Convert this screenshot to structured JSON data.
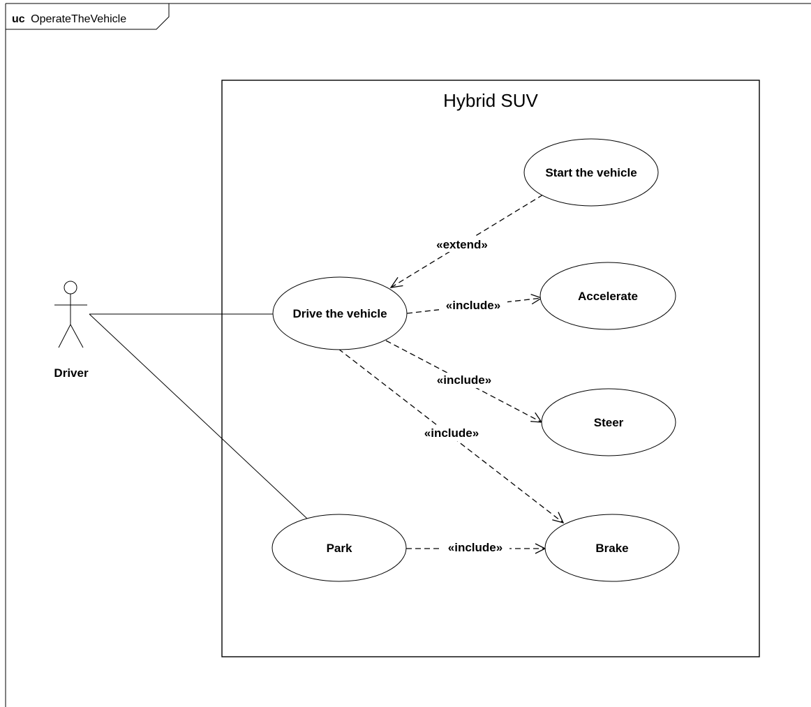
{
  "frame": {
    "keyword": "uc",
    "name": "OperateTheVehicle"
  },
  "subject": {
    "name": "Hybrid SUV"
  },
  "actor": {
    "name": "Driver"
  },
  "use_cases": {
    "start": "Start the vehicle",
    "drive": "Drive the vehicle",
    "accelerate": "Accelerate",
    "steer": "Steer",
    "park": "Park",
    "brake": "Brake"
  },
  "relationships": {
    "extend_start_drive": "«extend»",
    "include_drive_accelerate": "«include»",
    "include_drive_steer": "«include»",
    "include_drive_brake": "«include»",
    "include_park_brake": "«include»"
  }
}
